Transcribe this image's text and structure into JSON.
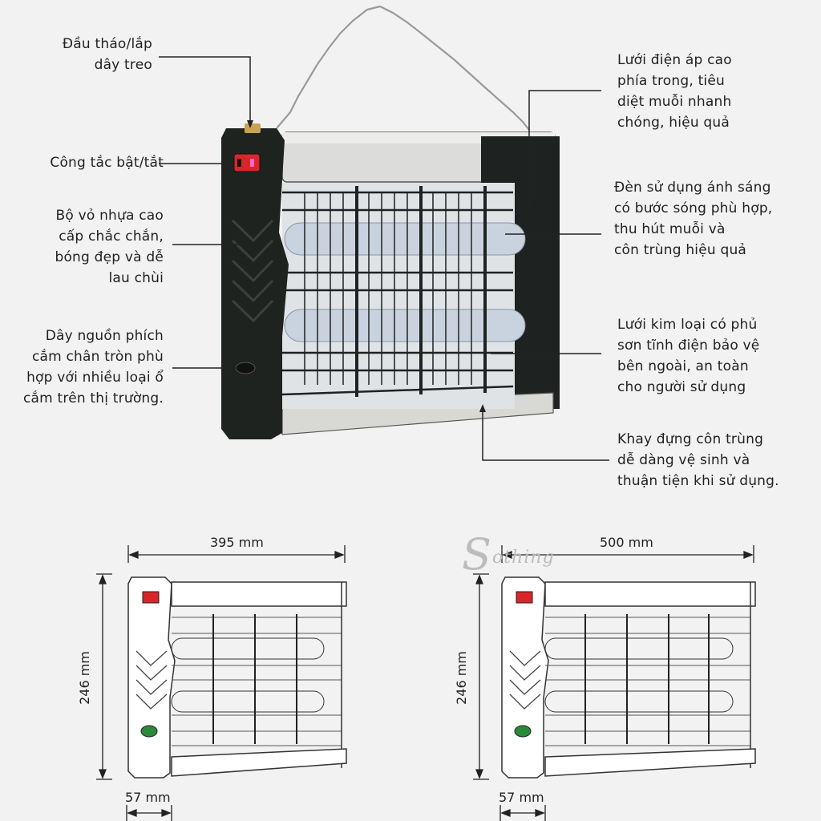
{
  "callouts_left": [
    {
      "id": "hanger",
      "text": "Đầu tháo/lắp\ndây treo"
    },
    {
      "id": "switch",
      "text": "Công tắc bật/tắt"
    },
    {
      "id": "housing",
      "text": "Bộ vỏ nhựa cao\ncấp chắc chắn,\nbóng đẹp và dễ\nlau chùi"
    },
    {
      "id": "power",
      "text": "Dây nguồn phích\ncắm chân tròn phù\nhợp với nhiều loại ổ\ncắm trên thị trường."
    }
  ],
  "callouts_right": [
    {
      "id": "grid",
      "text": "Lưới điện áp cao\nphía trong, tiêu\ndiệt muỗi nhanh\nchóng, hiệu quả"
    },
    {
      "id": "lamp",
      "text": "Đèn sử dụng ánh sáng\ncó bước sóng phù hợp,\nthu hút muỗi và\ncôn trùng hiệu quả"
    },
    {
      "id": "mesh",
      "text": "Lưới kim loại có phủ\nsơn tĩnh điện bảo vệ\nbên ngoài, an toàn\ncho người sử dụng"
    },
    {
      "id": "tray",
      "text": "Khay đựng côn trùng\ndễ dàng vệ sinh và\nthuận tiện khi sử dụng."
    }
  ],
  "dimensions": {
    "small": {
      "width": "395 mm",
      "height": "246 mm",
      "depth": "57 mm"
    },
    "large": {
      "width": "500 mm",
      "height": "246 mm",
      "depth": "57 mm"
    }
  },
  "watermark": {
    "initial": "S",
    "rest": "othing"
  },
  "colors": {
    "housing": "#1f2320",
    "switch": "#d8262b",
    "frame": "#d9d9d6",
    "lamp": "#c9d3df"
  }
}
